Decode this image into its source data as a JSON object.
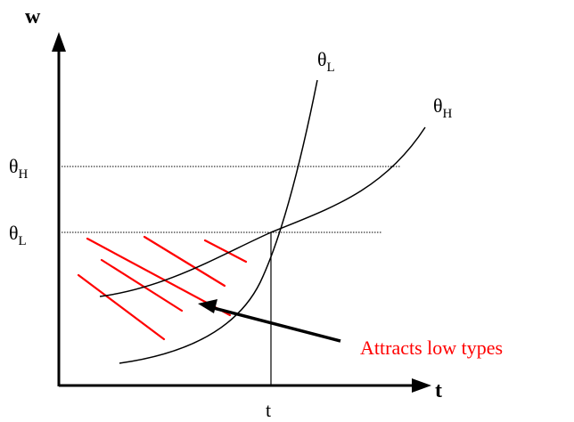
{
  "axes": {
    "y_label": "w",
    "x_label": "t",
    "x_tick": "t"
  },
  "curves": [
    {
      "symbol": "θ",
      "subscript": "L"
    },
    {
      "symbol": "θ",
      "subscript": "H"
    }
  ],
  "levels": [
    {
      "symbol": "θ",
      "subscript": "H"
    },
    {
      "symbol": "θ",
      "subscript": "L"
    }
  ],
  "annotation": {
    "text": "Attracts low types",
    "color": "#ff0000"
  },
  "colors": {
    "ink": "#000000",
    "hatch": "#ff0000"
  }
}
